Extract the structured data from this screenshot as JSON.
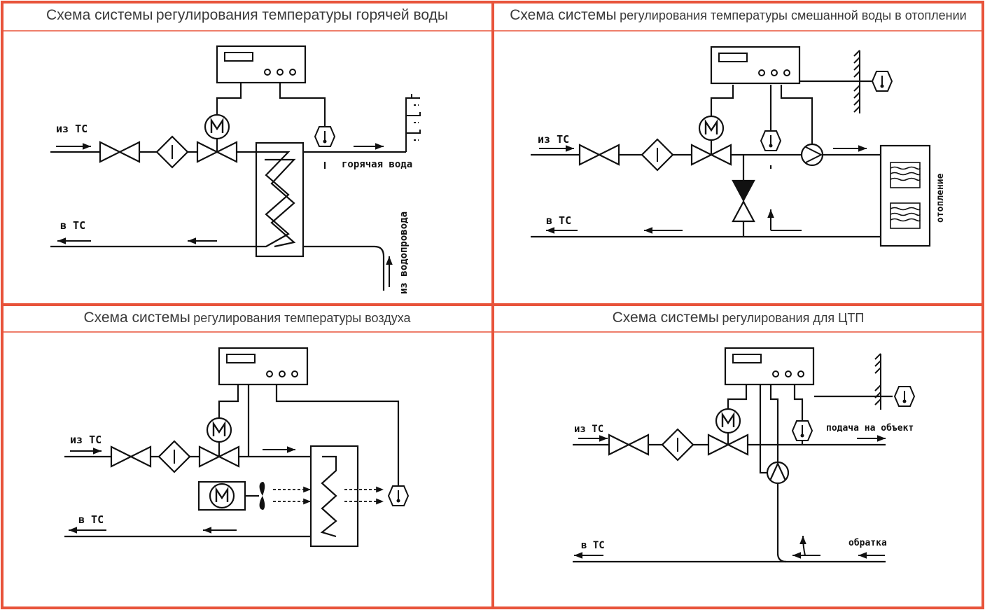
{
  "panels": [
    {
      "title_a": "Схема системы",
      "title_b": "регулирования температуры горячей воды",
      "labels": {
        "in": "из ТС",
        "out": "в ТС",
        "hot": "горячая вода",
        "water": "из водопровода"
      }
    },
    {
      "title_a": "Схема системы",
      "title_b": "регулирования температуры смешанной воды в отоплении",
      "labels": {
        "in": "из ТС",
        "out": "в ТС",
        "heating": "отопление"
      }
    },
    {
      "title_a": "Схема системы",
      "title_b": "регулирования температуры воздуха",
      "labels": {
        "in": "из ТС",
        "out": "в ТС"
      }
    },
    {
      "title_a": "Схема системы",
      "title_b": "регулирования для ЦТП",
      "labels": {
        "in": "из ТС",
        "out": "в ТС",
        "supply": "подача на объект",
        "return": "обратка"
      }
    }
  ],
  "colors": {
    "border": "#e8533a",
    "line": "#111111",
    "title": "#3a3a3a"
  }
}
